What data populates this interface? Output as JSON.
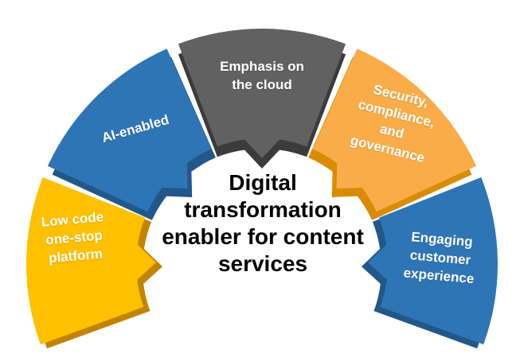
{
  "diagram": {
    "type": "semicircular-fan",
    "background": "#FFFFFF",
    "center_title": {
      "text": "Digital transformation enabler for content services",
      "lines": [
        "Digital",
        "transformation",
        "enabler for content",
        "services"
      ],
      "color": "#000000"
    },
    "segments": [
      {
        "label": "Low code one-stop platform",
        "lines": [
          "Low code",
          "one-stop",
          "platform"
        ],
        "fill": "#FFC000",
        "shadow": "#C28400",
        "text_color": "#FFFFFF"
      },
      {
        "label": "AI-enabled",
        "lines": [
          "AI-enabled"
        ],
        "fill": "#2E75B6",
        "shadow": "#22578A",
        "text_color": "#FFFFFF"
      },
      {
        "label": "Emphasis on the cloud",
        "lines": [
          "Emphasis on",
          "the cloud"
        ],
        "fill": "#616161",
        "shadow": "#3B3B3B",
        "text_color": "#FFFFFF"
      },
      {
        "label": "Security, compliance, and governance",
        "lines": [
          "Security,",
          "compliance,",
          "and",
          "governance"
        ],
        "fill": "#F9AC48",
        "shadow": "#D98C00",
        "text_color": "#FFFFFF"
      },
      {
        "label": "Engaging customer experience",
        "lines": [
          "Engaging",
          "customer",
          "experience"
        ],
        "fill": "#2E75B6",
        "shadow": "#22578A",
        "text_color": "#FFFFFF"
      }
    ]
  }
}
